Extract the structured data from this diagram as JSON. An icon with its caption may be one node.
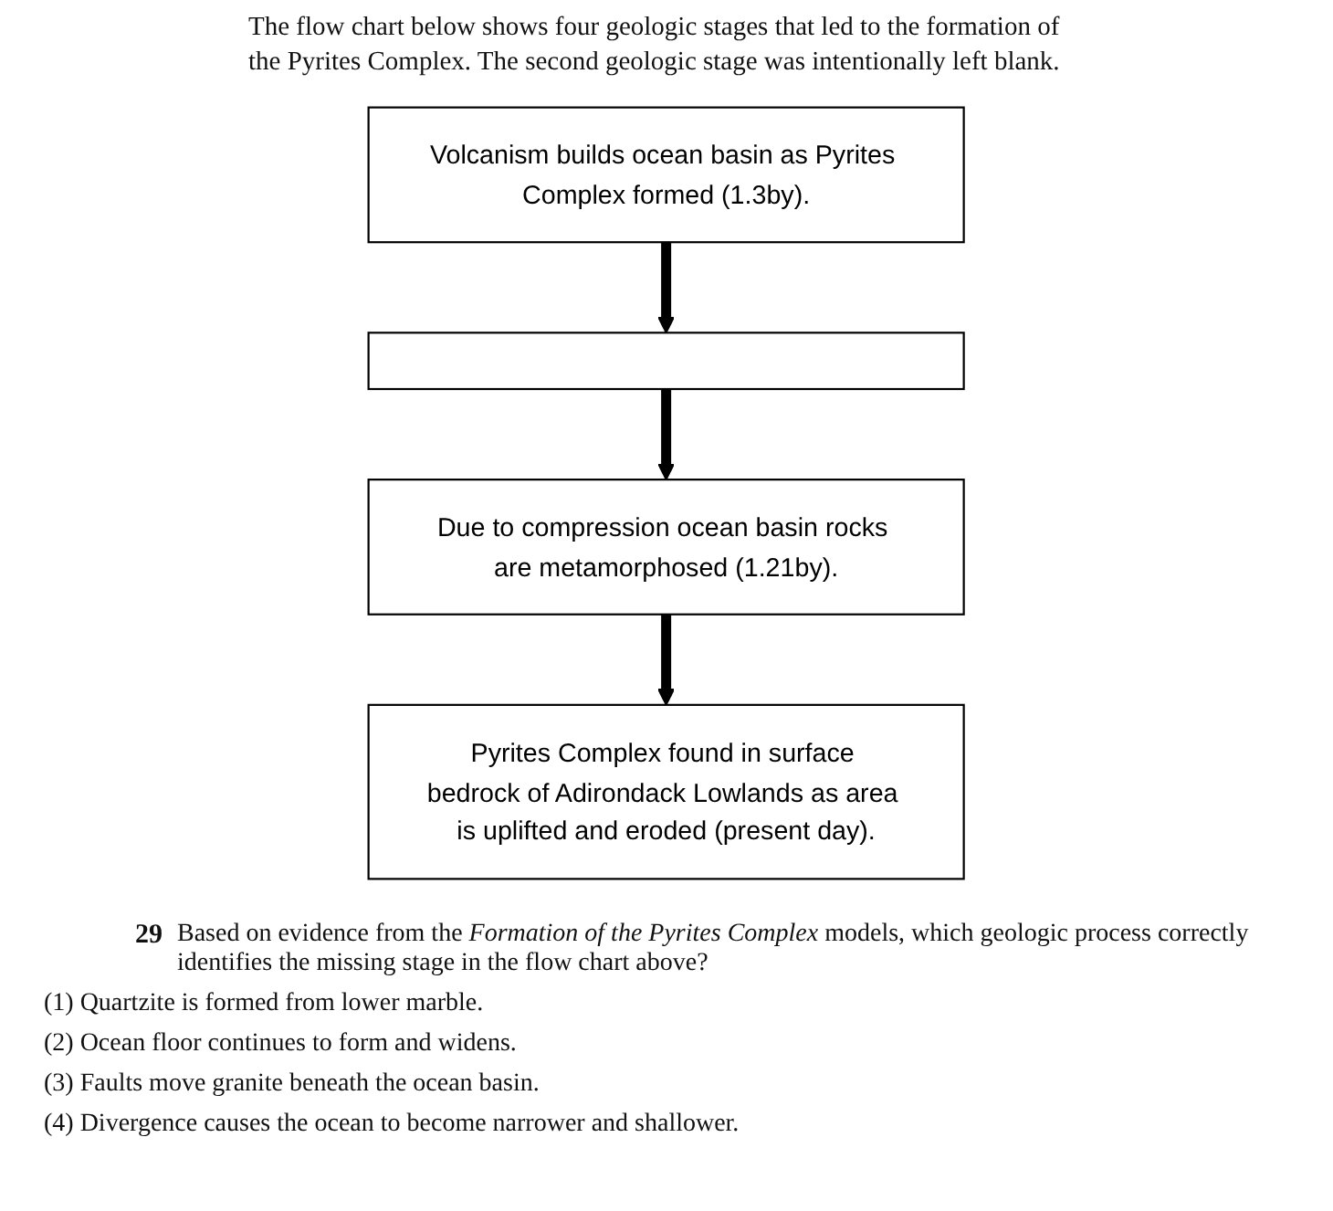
{
  "diagram": {
    "nodes": [
      {
        "text": [
          "Volcanism builds ocean basin as Pyrites Complex formed (1.3by)."
        ]
      },
      {
        "text": [],
        "shape": "box"
      },
      {
        "text": [
          "Due to compression ocean basin rocks are metamorphosed (1.21by)."
        ]
      },
      {
        "text": [
          "Pyrites Complex found in surface bedrock of Adirondack Lowlands as area is uplifted and eroded (present day)."
        ]
      }
    ],
    "edges": [
      {
        "from": 0,
        "to": 1,
        "arrow": "to"
      },
      {
        "from": 1,
        "to": 2,
        "arrow": "to"
      },
      {
        "from": 2,
        "to": 3,
        "arrow": "to"
      }
    ],
    "labels": [
      "The flow chart below shows four geologic stages that led to the formation of the Pyrites Complex. The second geologic stage was intentionally left blank.",
      "29",
      "Based on evidence from the *Formation of the Pyrites Complex* models, which geologic process correctly identifies the missing stage in the flow chart above?",
      "(1) Quartzite is formed from lower marble.",
      "(2) Ocean floor continues to form and widens.",
      "(3) Faults move granite beneath the ocean basin.",
      "(4) Divergence causes the ocean to become narrower and shallower."
    ]
  }
}
